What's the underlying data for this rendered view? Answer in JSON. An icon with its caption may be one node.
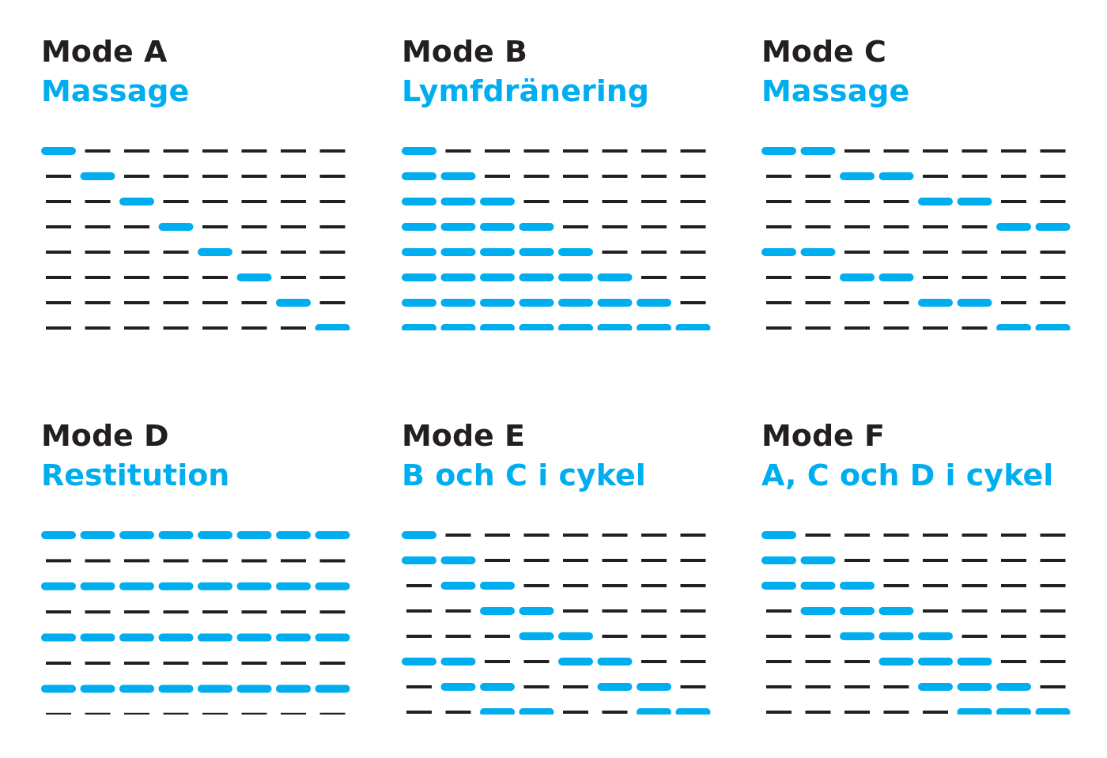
{
  "diagram": {
    "labels": [
      "Mode A",
      "Massage",
      "Mode B",
      "Lymfdränering",
      "Mode C",
      "Massage",
      "Mode D",
      "Restitution",
      "Mode E",
      "B och C i cykel",
      "Mode F",
      "A, C och D i cykel"
    ]
  }
}
